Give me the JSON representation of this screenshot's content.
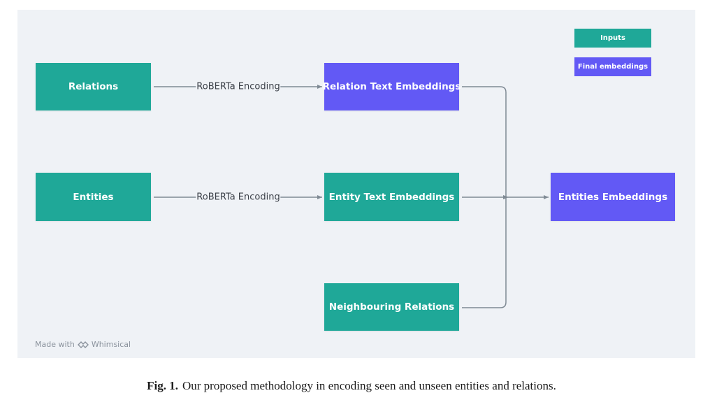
{
  "legend": {
    "inputs": "Inputs",
    "final": "Final embeddings"
  },
  "nodes": {
    "relations": "Relations",
    "entities": "Entities",
    "relation_text_embeddings": "Relation Text Embeddings",
    "entity_text_embeddings": "Entity Text Embeddings",
    "neighbouring_relations": "Neighbouring Relations",
    "entities_embeddings": "Entities Embeddings"
  },
  "edges": {
    "relations_encoding": "RoBERTa Encoding",
    "entities_encoding": "RoBERTa Encoding"
  },
  "watermark": {
    "made_with": "Made with",
    "brand": "Whimsical"
  },
  "caption": {
    "label": "Fig. 1.",
    "text": "Our proposed methodology in encoding seen and unseen entities and relations."
  },
  "colors": {
    "input": "#1fa898",
    "final": "#6259f5",
    "wire": "#7f8a94",
    "background": "#eff2f6"
  }
}
